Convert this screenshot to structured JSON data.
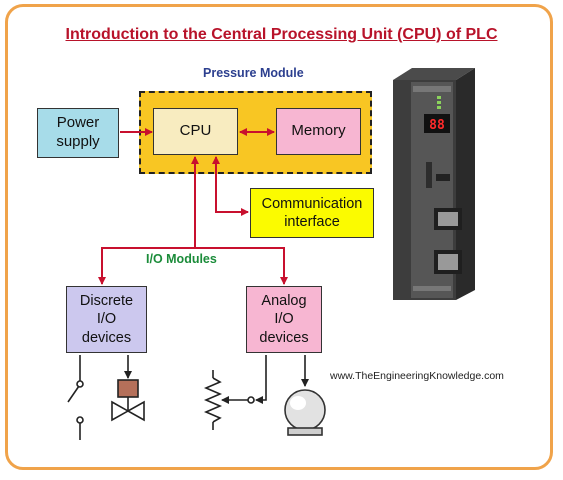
{
  "title": "Introduction to the Central Processing Unit (CPU) of PLC",
  "labels": {
    "pressure_module": "Pressure Module",
    "io_modules": "I/O Modules",
    "website": "www.TheEngineeringKnowledge.com"
  },
  "blocks": {
    "power_supply": [
      "Power",
      "supply"
    ],
    "cpu": "CPU",
    "memory": "Memory",
    "communication_interface": [
      "Communication",
      "interface"
    ],
    "discrete_io": [
      "Discrete",
      "I/O",
      "devices"
    ],
    "analog_io": [
      "Analog",
      "I/O",
      "devices"
    ]
  },
  "cpu_module_display": "88",
  "colors": {
    "frame": "#f0a34a",
    "title": "#b8132a",
    "arrow": "#c8102e",
    "pressure_zone": "#f8c623",
    "power_supply": "#a7dce9",
    "cpu": "#f8ecc0",
    "memory": "#f7b6d2",
    "communication_interface": "#fbfb00",
    "discrete_io": "#ccc8ee",
    "analog_io": "#f7b6d2"
  }
}
